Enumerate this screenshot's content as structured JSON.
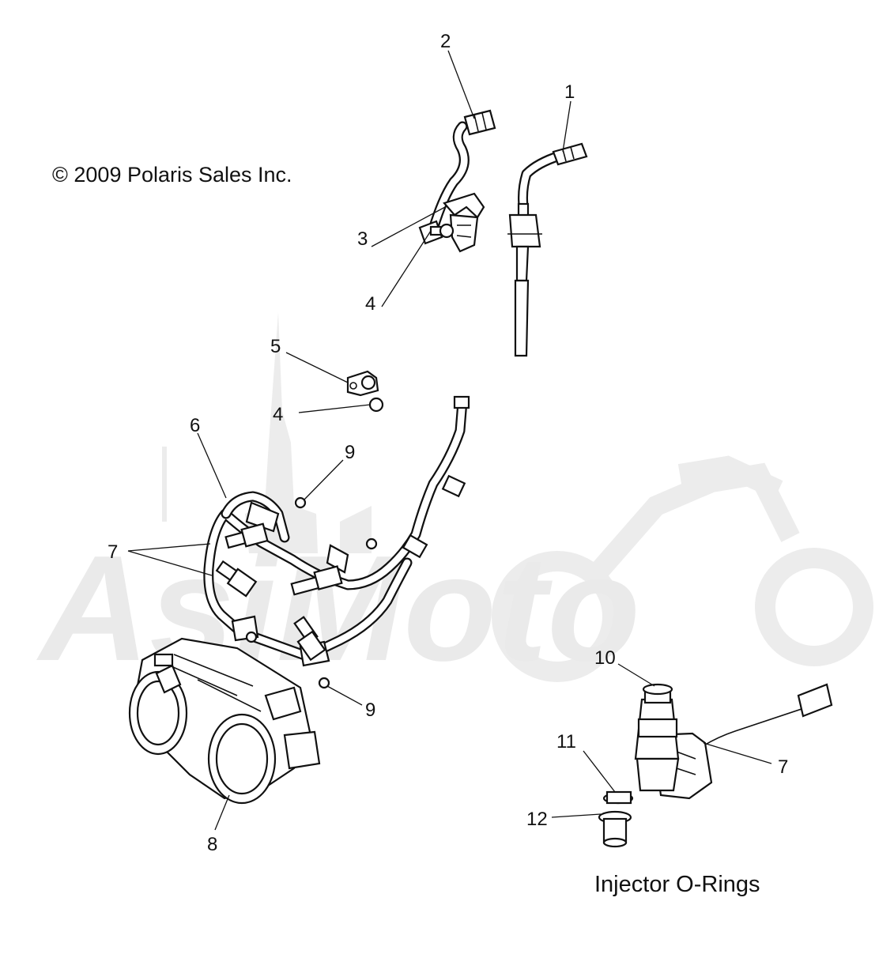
{
  "copyright": "© 2009 Polaris Sales Inc.",
  "caption": "Injector O-Rings",
  "watermark": "AsiMoto",
  "callouts": [
    {
      "id": "c1",
      "label": "1"
    },
    {
      "id": "c2",
      "label": "2"
    },
    {
      "id": "c3",
      "label": "3"
    },
    {
      "id": "c4a",
      "label": "4"
    },
    {
      "id": "c4b",
      "label": "4"
    },
    {
      "id": "c5",
      "label": "5"
    },
    {
      "id": "c6",
      "label": "6"
    },
    {
      "id": "c7a",
      "label": "7"
    },
    {
      "id": "c7b",
      "label": "7"
    },
    {
      "id": "c8",
      "label": "8"
    },
    {
      "id": "c9a",
      "label": "9"
    },
    {
      "id": "c9b",
      "label": "9"
    },
    {
      "id": "c10",
      "label": "10"
    },
    {
      "id": "c11",
      "label": "11"
    },
    {
      "id": "c12",
      "label": "12"
    }
  ]
}
